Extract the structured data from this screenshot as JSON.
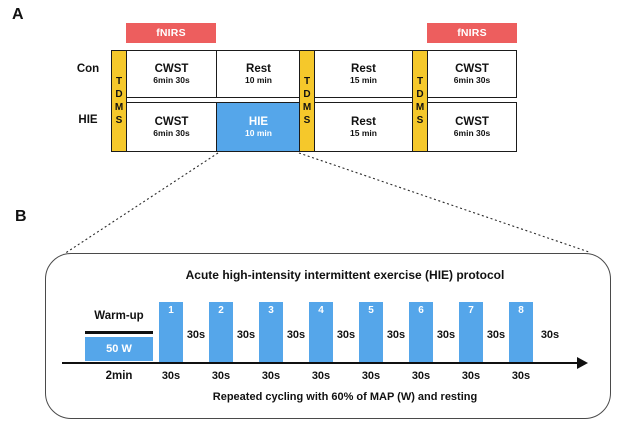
{
  "colors": {
    "fnirs_red": "#ED5E5E",
    "tdms_yellow": "#F5C82B",
    "hie_blue": "#55A6EA"
  },
  "panel_a": {
    "label": "A",
    "fnirs_left": "fNIRS",
    "fnirs_right": "fNIRS",
    "tdms": [
      "T",
      "D",
      "M",
      "S"
    ],
    "rows": [
      {
        "label": "Con",
        "cells": [
          {
            "title": "CWST",
            "sub": "6min 30s"
          },
          {
            "title": "Rest",
            "sub": "10 min"
          },
          {
            "title": "Rest",
            "sub": "15 min"
          },
          {
            "title": "CWST",
            "sub": "6min 30s"
          }
        ]
      },
      {
        "label": "HIE",
        "cells": [
          {
            "title": "CWST",
            "sub": "6min 30s"
          },
          {
            "title": "HIE",
            "sub": "10 min"
          },
          {
            "title": "Rest",
            "sub": "15 min"
          },
          {
            "title": "CWST",
            "sub": "6min 30s"
          }
        ]
      }
    ]
  },
  "panel_b": {
    "label": "B",
    "title": "Acute high-intensity intermittent exercise (HIE) protocol",
    "warmup": {
      "label": "Warm-up",
      "power": "50 W",
      "duration": "2min"
    },
    "bars": [
      {
        "number": "1",
        "work": "30s",
        "rest": "30s"
      },
      {
        "number": "2",
        "work": "30s",
        "rest": "30s"
      },
      {
        "number": "3",
        "work": "30s",
        "rest": "30s"
      },
      {
        "number": "4",
        "work": "30s",
        "rest": "30s"
      },
      {
        "number": "5",
        "work": "30s",
        "rest": "30s"
      },
      {
        "number": "6",
        "work": "30s",
        "rest": "30s"
      },
      {
        "number": "7",
        "work": "30s",
        "rest": "30s"
      },
      {
        "number": "8",
        "work": "30s",
        "rest": "30s"
      }
    ],
    "footer": "Repeated cycling with 60% of MAP (W) and resting"
  }
}
